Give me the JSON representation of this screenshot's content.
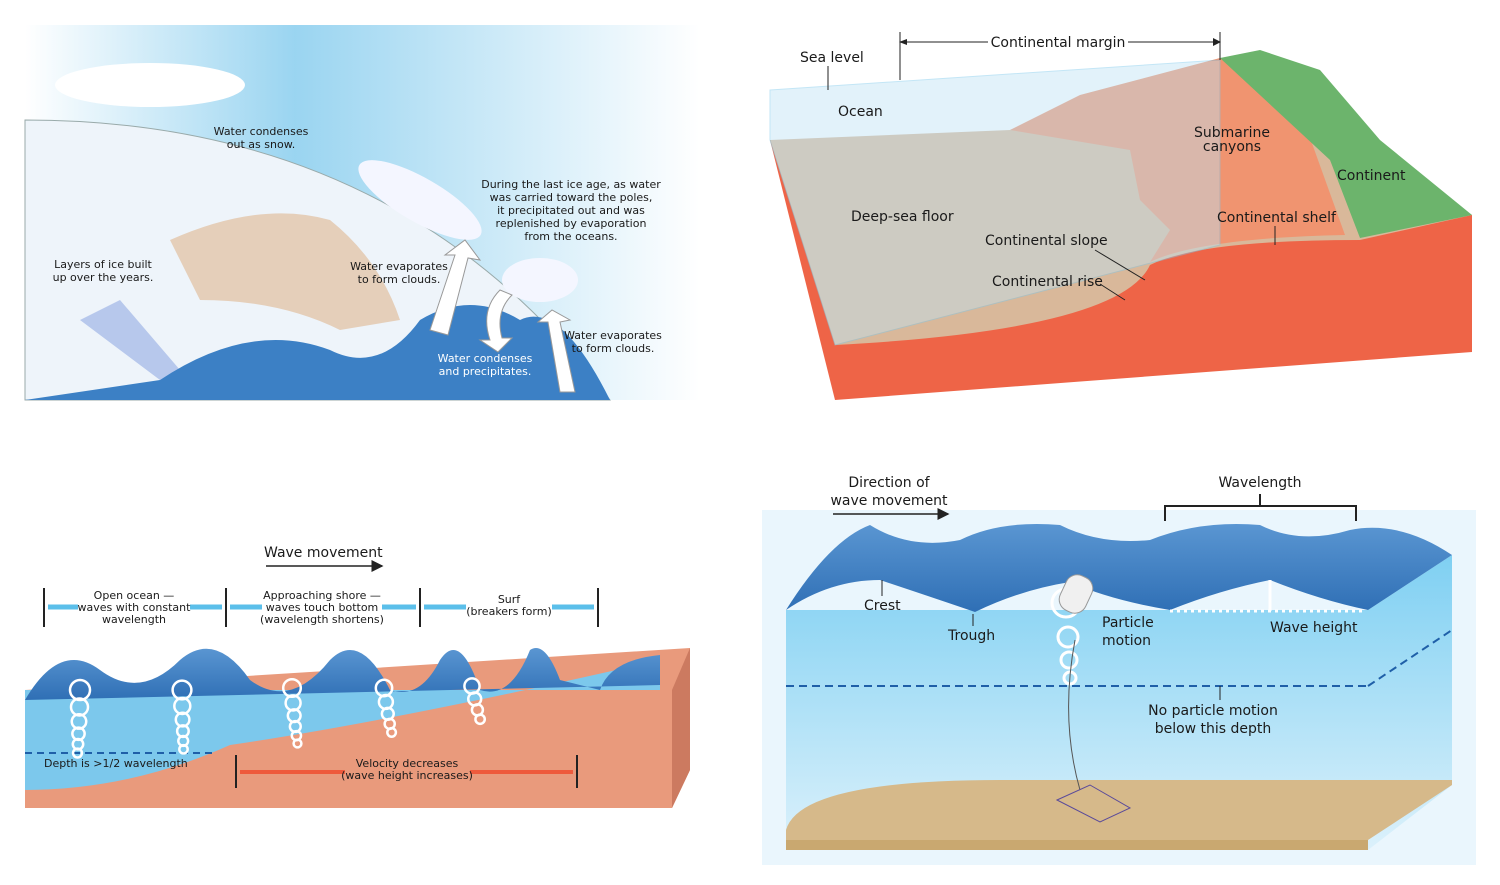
{
  "panel_ice_age": {
    "snow_label": [
      "Water condenses",
      "out as snow."
    ],
    "description": [
      "During the last ice age, as water",
      "was carried toward the poles,",
      "it precipitated out and was",
      "replenished by evaporation",
      "from the oceans."
    ],
    "ice_layers_label": [
      "Layers of ice built",
      "up over the years."
    ],
    "evaporate_label_1": [
      "Water evaporates",
      "to form clouds."
    ],
    "precipitate_label": [
      "Water condenses",
      "and precipitates."
    ],
    "evaporate_label_2": [
      "Water evaporates",
      "to form clouds."
    ]
  },
  "panel_margin": {
    "sea_level": "Sea level",
    "continental_margin": "Continental margin",
    "ocean": "Ocean",
    "submarine_canyons": [
      "Submarine",
      "canyons"
    ],
    "continent": "Continent",
    "deep_sea_floor": "Deep-sea floor",
    "continental_shelf": "Continental shelf",
    "continental_slope": "Continental slope",
    "continental_rise": "Continental rise"
  },
  "panel_shore": {
    "wave_movement": "Wave movement",
    "open_ocean": [
      "Open ocean —",
      "waves with constant",
      "wavelength"
    ],
    "approaching_shore": [
      "Approaching shore —",
      "waves touch bottom",
      "(wavelength shortens)"
    ],
    "surf": [
      "Surf",
      "(breakers form)"
    ],
    "depth_label": "Depth is >1/2 wavelength",
    "velocity": [
      "Velocity decreases",
      "(wave height increases)"
    ]
  },
  "panel_wave": {
    "direction": [
      "Direction of",
      "wave movement"
    ],
    "wavelength": "Wavelength",
    "crest": "Crest",
    "trough": "Trough",
    "particle_motion": [
      "Particle",
      "motion"
    ],
    "wave_height": "Wave height",
    "no_motion": [
      "No particle motion",
      "below this depth"
    ]
  },
  "colors": {
    "ocean_dark": "#3b7fc4",
    "ocean_light": "#7cc8ec",
    "sediment": "#e99a7c",
    "crust": "#ee6447",
    "continent": "#6cb46c",
    "arrow_blue": "#5bbfea",
    "arrow_red": "#ee5a3c"
  }
}
